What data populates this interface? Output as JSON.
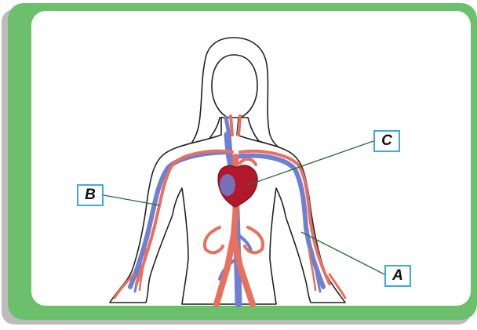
{
  "labels": {
    "a": "A",
    "b": "B",
    "c": "C"
  },
  "colors": {
    "frame_green": "#6cc06b",
    "frame_shadow": "#bcbcbc",
    "panel": "#ffffff",
    "vein_blue": "#6f7fd1",
    "artery_red": "#e8705e",
    "heart_dark_red": "#b2182b",
    "label_border": "#3fa9df",
    "leader_line": "#2f6b3a",
    "outline": "#222222"
  }
}
